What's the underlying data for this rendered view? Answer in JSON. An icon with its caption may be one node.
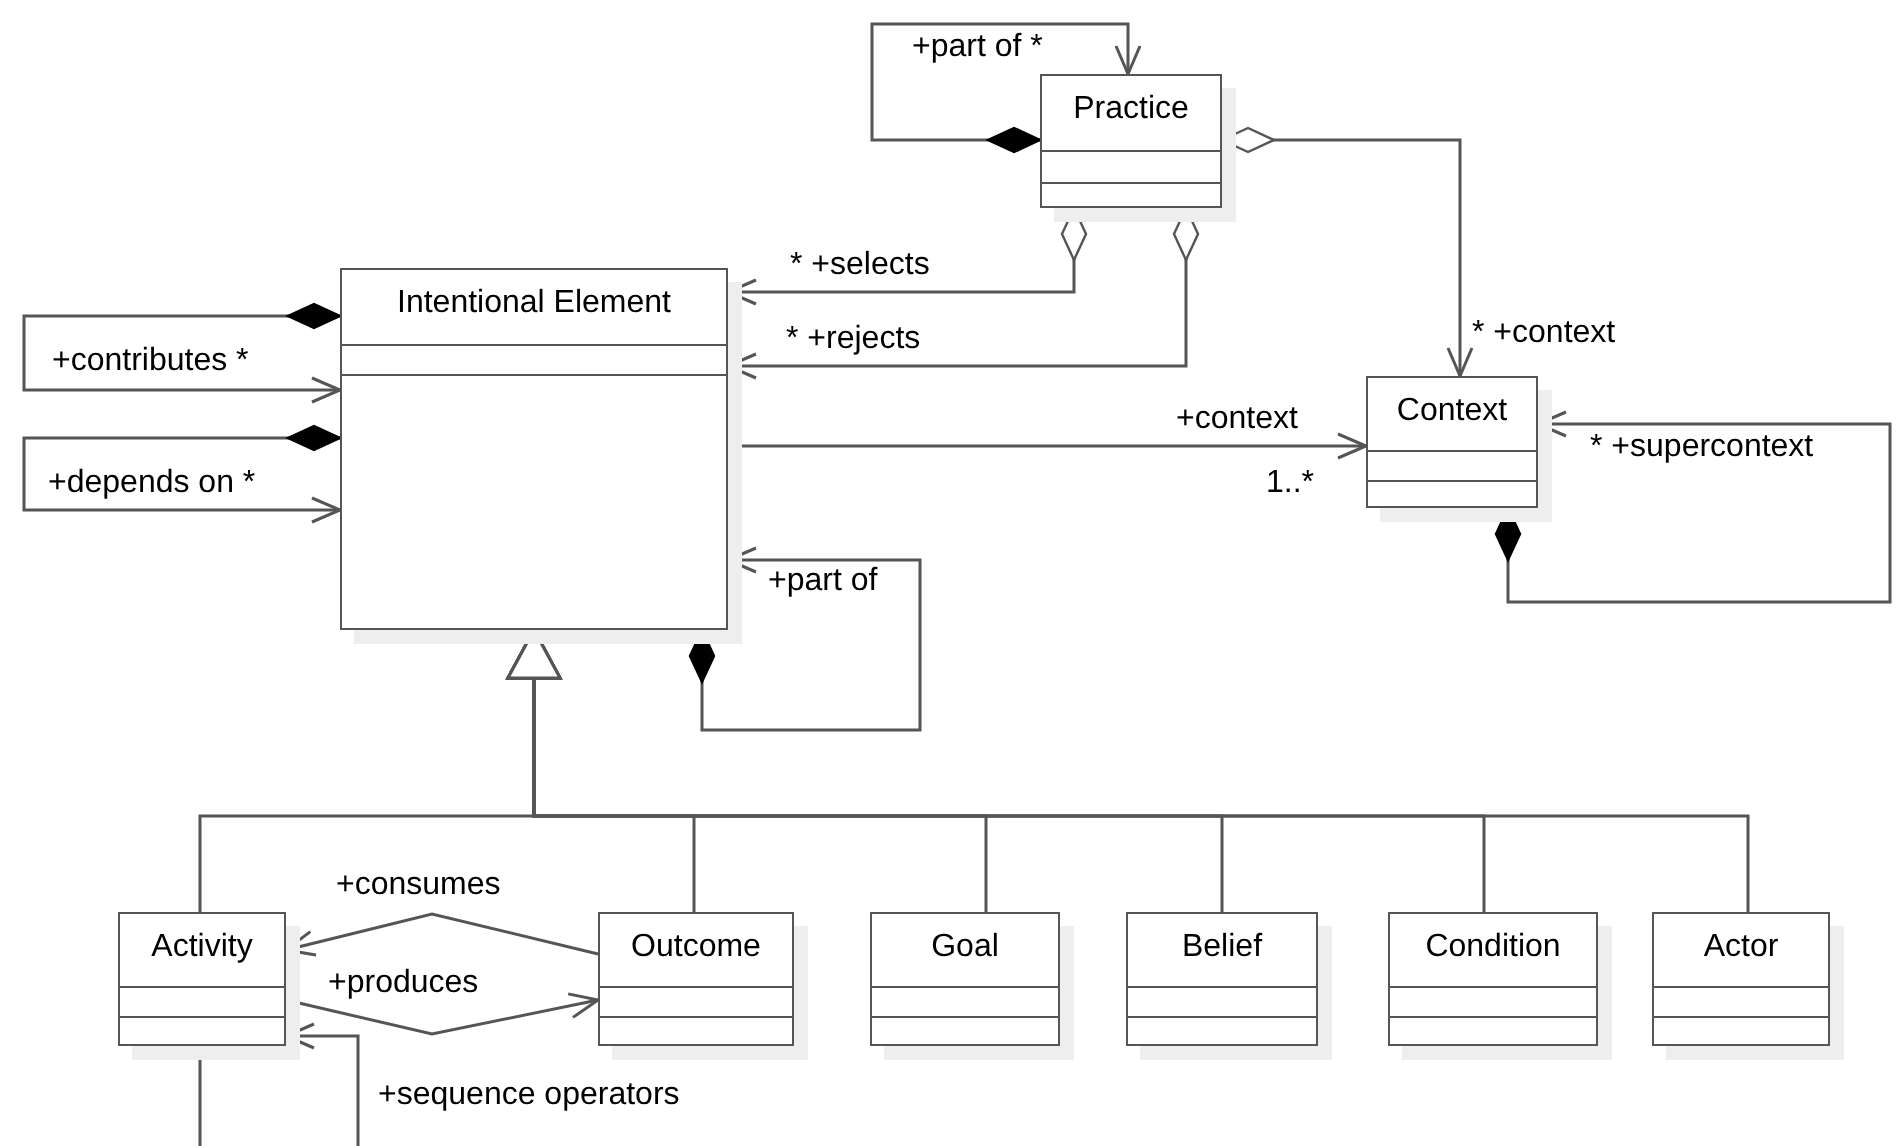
{
  "diagram": {
    "nodes": [
      {
        "text": [
          "Practice"
        ]
      },
      {
        "text": [
          "Intentional Element"
        ]
      },
      {
        "text": [
          "Context"
        ]
      },
      {
        "text": [
          "Activity"
        ]
      },
      {
        "text": [
          "Outcome"
        ]
      },
      {
        "text": [
          "Goal"
        ]
      },
      {
        "text": [
          "Belief"
        ]
      },
      {
        "text": [
          "Condition"
        ]
      },
      {
        "text": [
          "Actor"
        ]
      }
    ],
    "edges": [
      {
        "from": 0,
        "to": 0,
        "arrow": "to",
        "label": "+part of *"
      },
      {
        "from": 0,
        "to": 1,
        "arrow": "to",
        "label": "* +selects"
      },
      {
        "from": 0,
        "to": 1,
        "arrow": "to",
        "label": "* +rejects"
      },
      {
        "from": 0,
        "to": 2,
        "arrow": "to",
        "label": "* +context"
      },
      {
        "from": 1,
        "to": 1,
        "arrow": "to",
        "label": "+contributes *"
      },
      {
        "from": 1,
        "to": 1,
        "arrow": "to",
        "label": "+depends on *"
      },
      {
        "from": 1,
        "to": 2,
        "arrow": "to",
        "label": "+context"
      },
      {
        "from": 2,
        "to": 2,
        "arrow": "to",
        "label": "* +supercontext"
      },
      {
        "from": 1,
        "to": 1,
        "arrow": "to",
        "label": "+part of"
      },
      {
        "from": 3,
        "to": 1,
        "arrow": "to"
      },
      {
        "from": 4,
        "to": 1,
        "arrow": "to"
      },
      {
        "from": 5,
        "to": 1,
        "arrow": "to"
      },
      {
        "from": 6,
        "to": 1,
        "arrow": "to"
      },
      {
        "from": 7,
        "to": 1,
        "arrow": "to"
      },
      {
        "from": 8,
        "to": 1,
        "arrow": "to"
      },
      {
        "from": 4,
        "to": 3,
        "arrow": "to",
        "label": "+consumes"
      },
      {
        "from": 3,
        "to": 4,
        "arrow": "to",
        "label": "+produces"
      },
      {
        "from": 3,
        "to": 3,
        "arrow": "to",
        "label": "+sequence operators"
      }
    ],
    "labels": [
      "1..*"
    ]
  }
}
